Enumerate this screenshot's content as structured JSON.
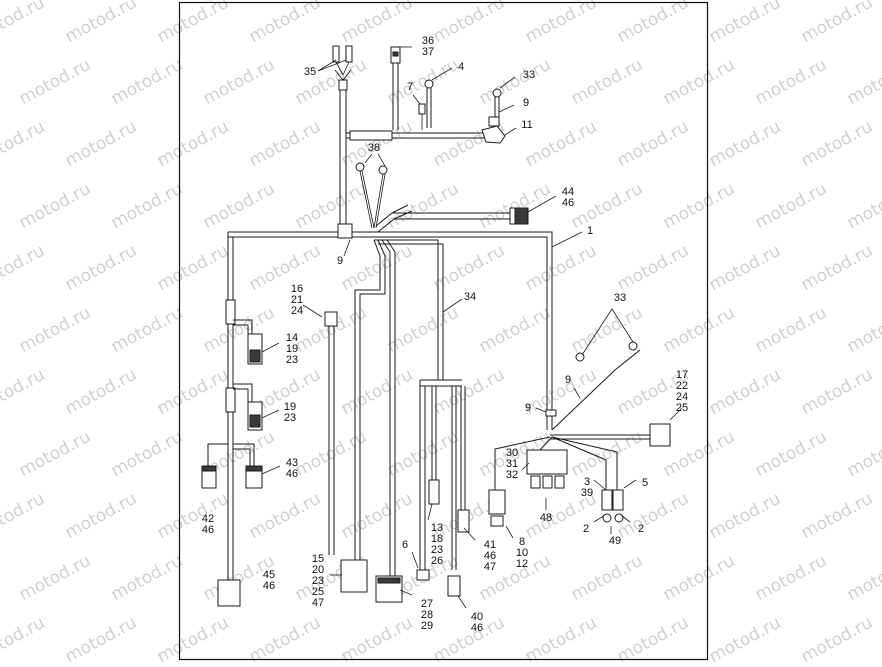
{
  "watermark": "motod.ru",
  "callouts": [
    {
      "id": "35",
      "lines": [
        "35"
      ]
    },
    {
      "id": "36-37",
      "lines": [
        "36",
        "37"
      ]
    },
    {
      "id": "4",
      "lines": [
        "4"
      ]
    },
    {
      "id": "7",
      "lines": [
        "7"
      ]
    },
    {
      "id": "33-top",
      "lines": [
        "33"
      ]
    },
    {
      "id": "9-top",
      "lines": [
        "9"
      ]
    },
    {
      "id": "11",
      "lines": [
        "11"
      ]
    },
    {
      "id": "38",
      "lines": [
        "38"
      ]
    },
    {
      "id": "44-46",
      "lines": [
        "44",
        "46"
      ]
    },
    {
      "id": "1",
      "lines": [
        "1"
      ]
    },
    {
      "id": "9-left",
      "lines": [
        "9"
      ]
    },
    {
      "id": "34",
      "lines": [
        "34"
      ]
    },
    {
      "id": "16-21-24",
      "lines": [
        "16",
        "21",
        "24"
      ]
    },
    {
      "id": "14-19-23",
      "lines": [
        "14",
        "19",
        "23"
      ]
    },
    {
      "id": "19-23",
      "lines": [
        "19",
        "23"
      ]
    },
    {
      "id": "43-46",
      "lines": [
        "43",
        "46"
      ]
    },
    {
      "id": "42-46",
      "lines": [
        "42",
        "46"
      ]
    },
    {
      "id": "45-46",
      "lines": [
        "45",
        "46"
      ]
    },
    {
      "id": "33-right",
      "lines": [
        "33"
      ]
    },
    {
      "id": "9-mid",
      "lines": [
        "9"
      ]
    },
    {
      "id": "9-right",
      "lines": [
        "9"
      ]
    },
    {
      "id": "17-22-24-25",
      "lines": [
        "17",
        "22",
        "24",
        "25"
      ]
    },
    {
      "id": "30-31-32",
      "lines": [
        "30",
        "31",
        "32"
      ]
    },
    {
      "id": "3-39",
      "lines": [
        "3",
        "39"
      ]
    },
    {
      "id": "5",
      "lines": [
        "5"
      ]
    },
    {
      "id": "48",
      "lines": [
        "48"
      ]
    },
    {
      "id": "2-left",
      "lines": [
        "2"
      ]
    },
    {
      "id": "2-right",
      "lines": [
        "2"
      ]
    },
    {
      "id": "49",
      "lines": [
        "49"
      ]
    },
    {
      "id": "13-18-23-26",
      "lines": [
        "13",
        "18",
        "23",
        "26"
      ]
    },
    {
      "id": "41-46-47",
      "lines": [
        "41",
        "46",
        "47"
      ]
    },
    {
      "id": "8-10-12",
      "lines": [
        "8",
        "10",
        "12"
      ]
    },
    {
      "id": "6",
      "lines": [
        "6"
      ]
    },
    {
      "id": "15-20-23-25-47",
      "lines": [
        "15",
        "20",
        "23",
        "25",
        "47"
      ]
    },
    {
      "id": "27-28-29",
      "lines": [
        "27",
        "28",
        "29"
      ]
    },
    {
      "id": "40-46",
      "lines": [
        "40",
        "46"
      ]
    }
  ]
}
